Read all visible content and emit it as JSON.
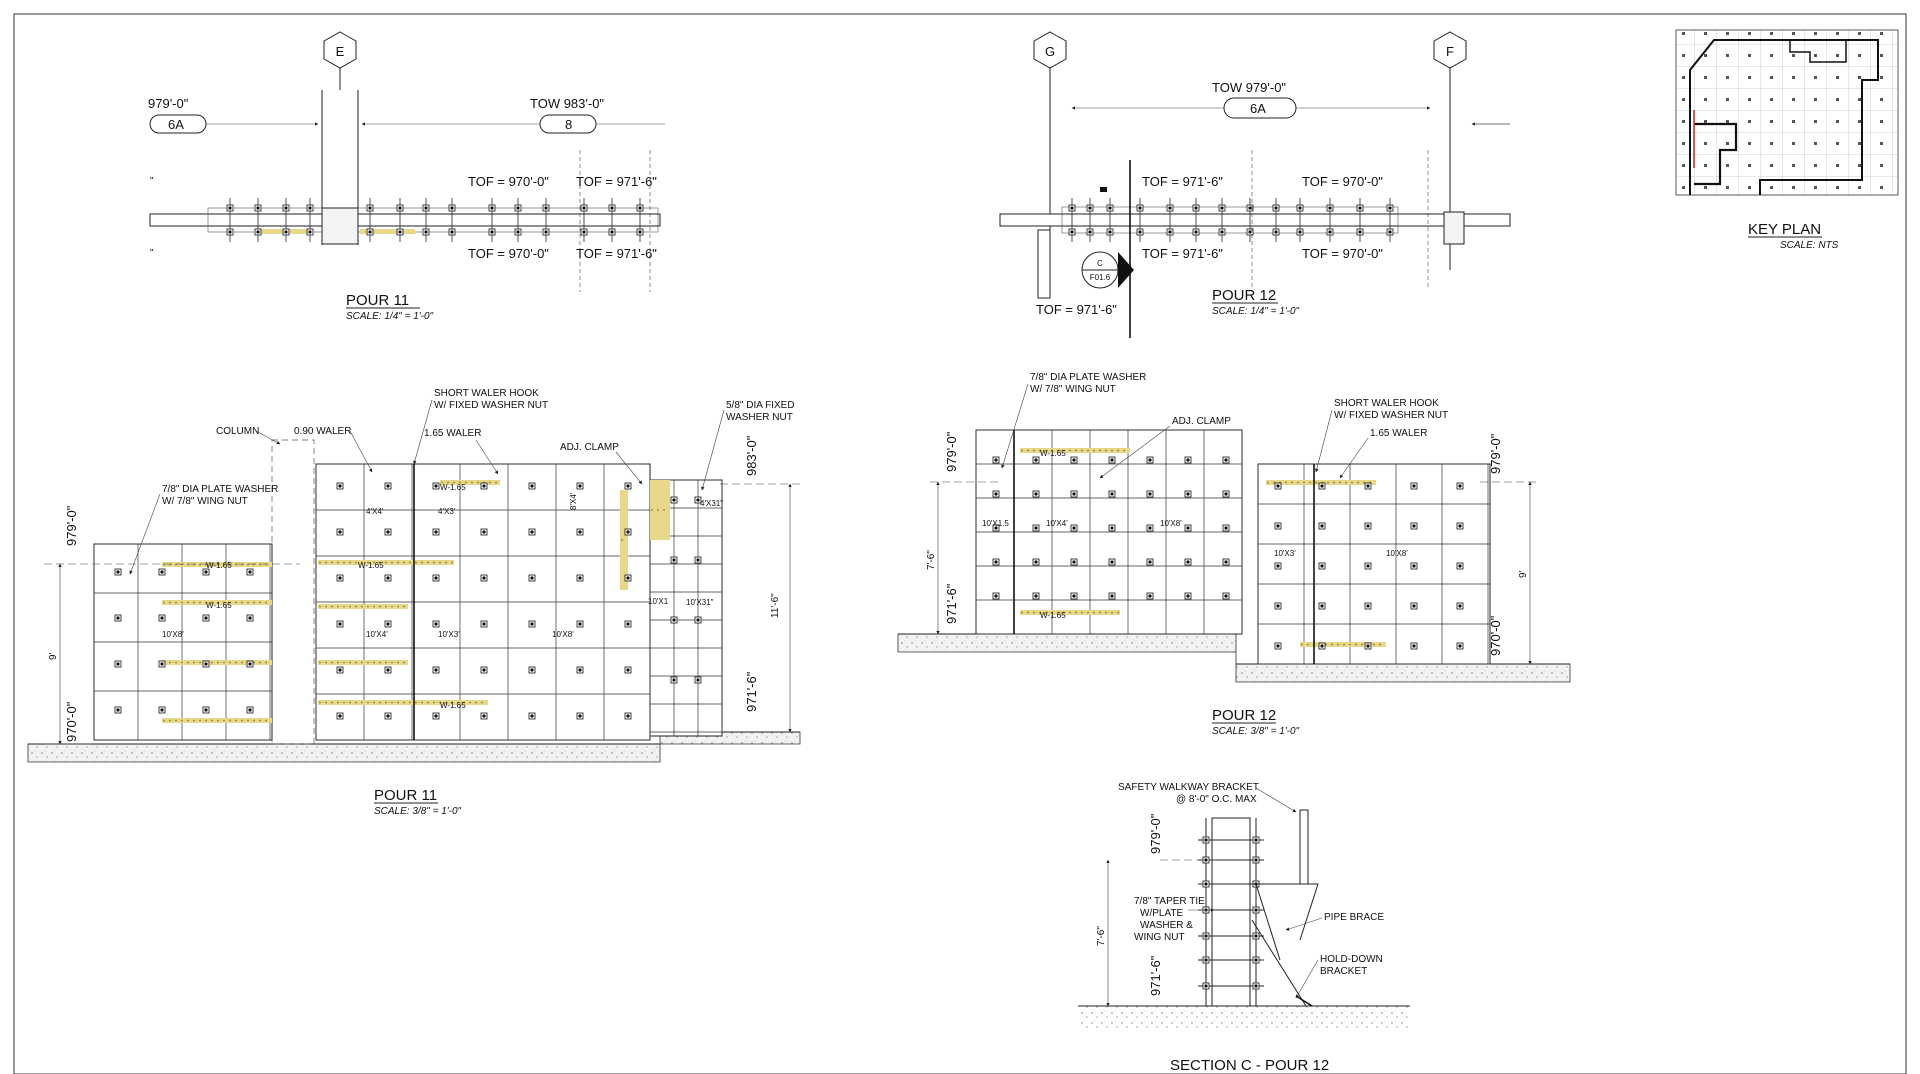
{
  "grid_markers": {
    "e": "E",
    "g": "G",
    "f": "F"
  },
  "plan_pour11": {
    "tow_left": "979'-0\"",
    "tow_left_badge": "6A",
    "tow_right": "TOW 983'-0\"",
    "tow_right_badge": "8",
    "tof_top_a": "TOF = 970'-0\"",
    "tof_top_b": "TOF = 971'-6\"",
    "tof_bot_a": "TOF = 970'-0\"",
    "tof_bot_b": "TOF = 971'-6\"",
    "title": "POUR 11",
    "scale": "SCALE: 1/4\" = 1'-0\""
  },
  "plan_pour12": {
    "tow": "TOW 979'-0\"",
    "tow_badge": "6A",
    "tof_top_a": "TOF = 971'-6\"",
    "tof_top_b": "TOF = 970'-0\"",
    "tof_bot_a": "TOF = 971'-6\"",
    "tof_bot_b": "TOF = 970'-0\"",
    "tof_left": "TOF = 971'-6\"",
    "section_tag_top": "C",
    "section_tag_bottom": "F01.6",
    "title": "POUR 12",
    "scale": "SCALE: 1/4\" = 1'-0\""
  },
  "key_plan": {
    "title": "KEY PLAN",
    "scale": "SCALE: NTS"
  },
  "elev_pour11": {
    "callout_column": "COLUMN",
    "callout_090_waler": "0.90 WALER",
    "callout_short_hook_1": "SHORT WALER HOOK",
    "callout_short_hook_2": "W/ FIXED WASHER NUT",
    "callout_165_waler": "1.65 WALER",
    "callout_adj_clamp": "ADJ. CLAMP",
    "callout_fixed_washer_1": "5/8\" DIA FIXED",
    "callout_fixed_washer_2": "WASHER NUT",
    "callout_plate_washer_1": "7/8\" DIA PLATE WASHER",
    "callout_plate_washer_2": "W/ 7/8\" WING NUT",
    "elev_979": "979'-0\"",
    "elev_970": "970'-0\"",
    "elev_983": "983'-0\"",
    "elev_9716": "971'-6\"",
    "dim_9": "9'",
    "dim_116": "11'-6\"",
    "panel_1": "10'X8'",
    "panel_2": "10'X4'",
    "panel_3": "10'X3'",
    "panel_4": "10'X8'",
    "panel_5": "4'X4'",
    "panel_6": "4'X3'",
    "panel_7": "8'X4'",
    "panel_8": "10'X31\"",
    "panel_9": "4'X31\"",
    "panel_10": "10'X1",
    "waler_tag": "W-1.65",
    "title": "POUR 11",
    "scale": "SCALE: 3/8\" = 1'-0\""
  },
  "elev_pour12": {
    "callout_plate_washer_1": "7/8\" DIA PLATE WASHER",
    "callout_plate_washer_2": "W/ 7/8\" WING NUT",
    "callout_adj_clamp": "ADJ. CLAMP",
    "callout_short_hook_1": "SHORT WALER HOOK",
    "callout_short_hook_2": "W/ FIXED WASHER NUT",
    "callout_165_waler": "1.65 WALER",
    "elev_979_left": "979'-0\"",
    "elev_9716": "971'-6\"",
    "elev_979_right": "979'-0\"",
    "elev_970": "970'-0\"",
    "dim_76": "7'-6\"",
    "dim_9": "9'",
    "panel_1": "10'X1.5",
    "panel_2": "10'X4'",
    "panel_3": "10'X8'",
    "panel_4": "10'X3'",
    "panel_5": "10'X8'",
    "waler_tag": "W-1.65",
    "title": "POUR 12",
    "scale": "SCALE: 3/8\" = 1'-0\""
  },
  "section_c": {
    "callout_walkway_1": "SAFETY WALKWAY BRACKET",
    "callout_walkway_2": "@ 8'-0\" O.C. MAX",
    "callout_taper_1": "7/8\" TAPER TIE",
    "callout_taper_2": "W/PLATE",
    "callout_taper_3": "WASHER &",
    "callout_taper_4": "WING NUT",
    "callout_pipe": "PIPE BRACE",
    "callout_hold_1": "HOLD-DOWN",
    "callout_hold_2": "BRACKET",
    "elev_979": "979'-0\"",
    "elev_9716": "971'-6\"",
    "dim_76": "7'-6\"",
    "title": "SECTION C - POUR 12"
  }
}
